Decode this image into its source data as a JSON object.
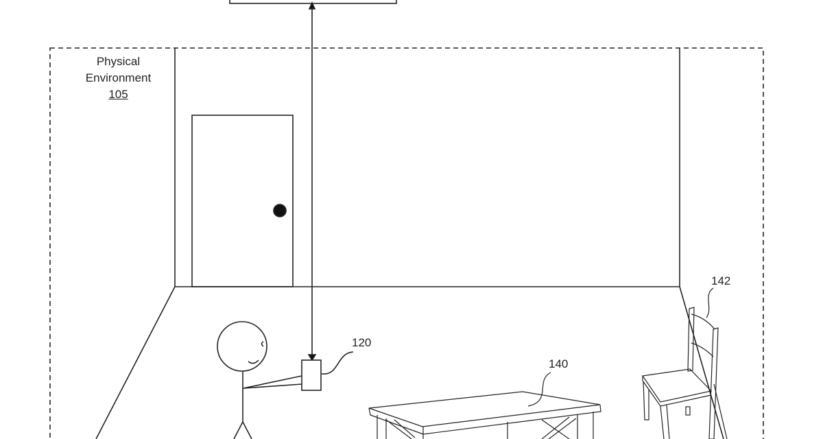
{
  "environment": {
    "label_line1": "Physical",
    "label_line2": "Environment",
    "ref": "105"
  },
  "device": {
    "ref": "120"
  },
  "table": {
    "ref": "140"
  },
  "chair": {
    "ref": "142"
  }
}
